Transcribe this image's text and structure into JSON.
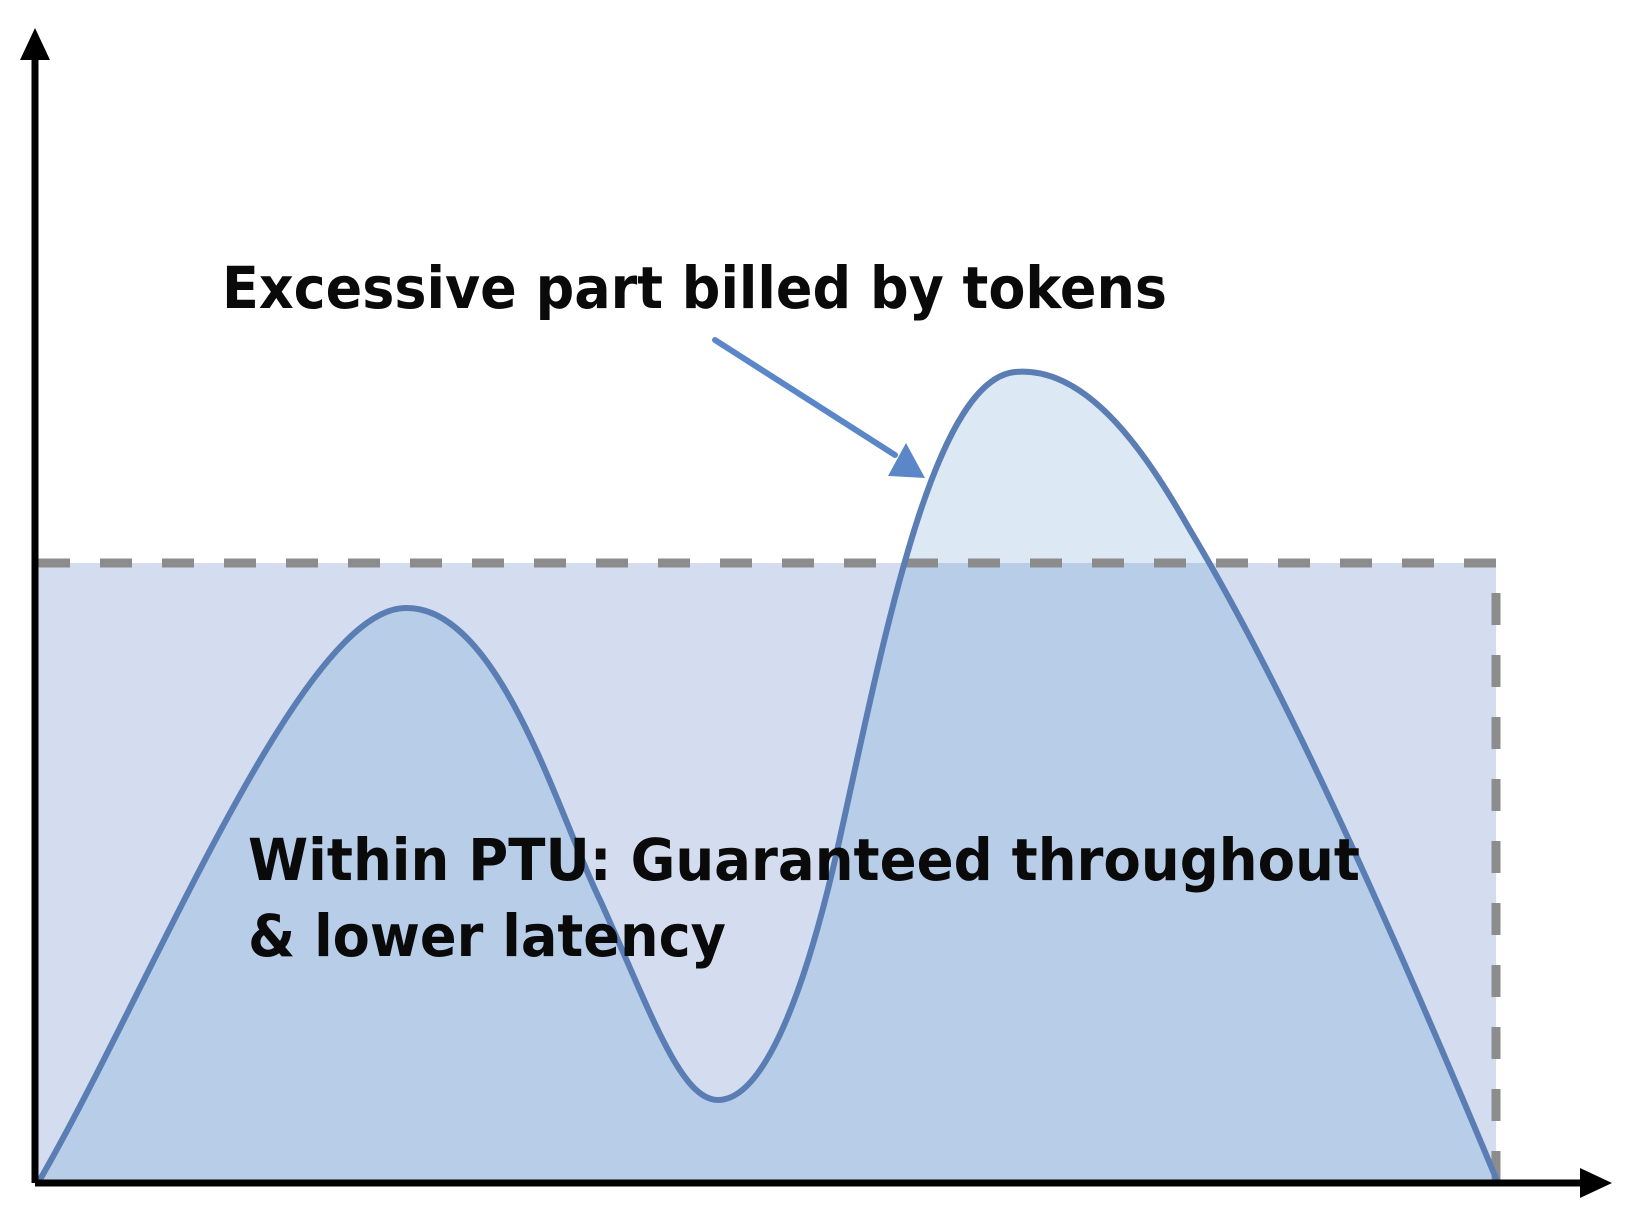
{
  "labels": {
    "excess": "Excessive part billed by tokens",
    "within_line1": "Within PTU: Guaranteed throughout",
    "within_line2": "& lower latency"
  },
  "colors": {
    "axis": "#000000",
    "ptu_box_fill": "#d4ddef",
    "ptu_box_border": "#8c8c8c",
    "curve_fill_inside": "#b8cde8",
    "curve_fill_excess": "#dde8f5",
    "curve_stroke": "#5a7db3",
    "arrow": "#5b87c9",
    "text": "#0a0a0a"
  }
}
